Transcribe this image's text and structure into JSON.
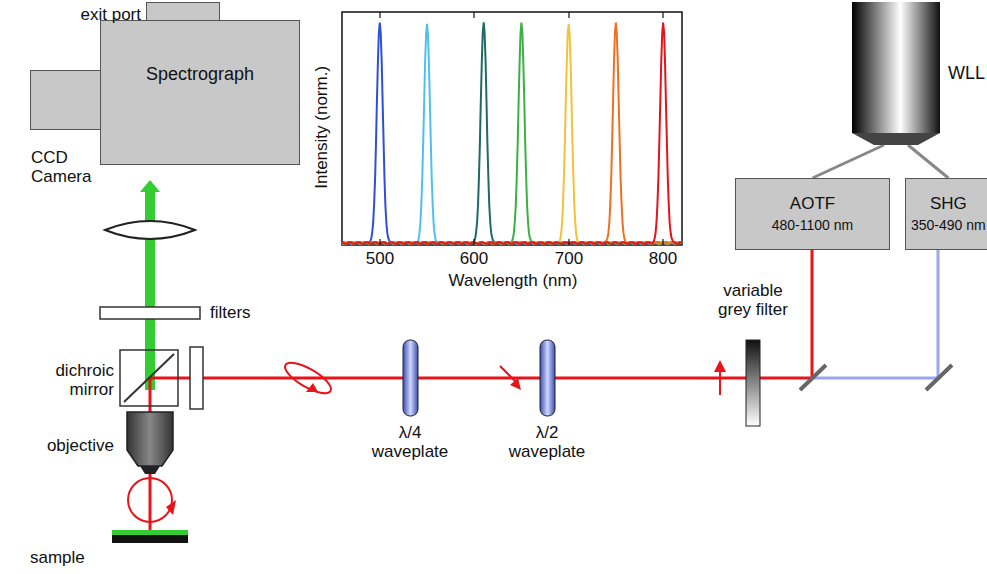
{
  "diagram": {
    "nodes": [
      {
        "text": [
          "WLL"
        ]
      },
      {
        "text": [
          "AOTF",
          "480-1100 nm"
        ]
      },
      {
        "text": [
          "SHG",
          "350-490 nm"
        ]
      },
      {
        "text": [
          "Spectrograph"
        ]
      },
      {
        "text": [
          "exit port"
        ]
      },
      {
        "text": [
          "CCD Camera"
        ]
      }
    ],
    "edges": [
      {
        "from": 0,
        "to": 1,
        "arrow": "none"
      },
      {
        "from": 0,
        "to": 2,
        "arrow": "none"
      }
    ],
    "labels": [
      "filters",
      "dichroic mirror",
      "objective",
      "sample",
      "λ/4 waveplate",
      "λ/2 waveplate",
      "variable grey filter",
      "Intensity (norm.)",
      "Wavelength (nm)",
      "500",
      "600",
      "700",
      "800"
    ]
  }
}
